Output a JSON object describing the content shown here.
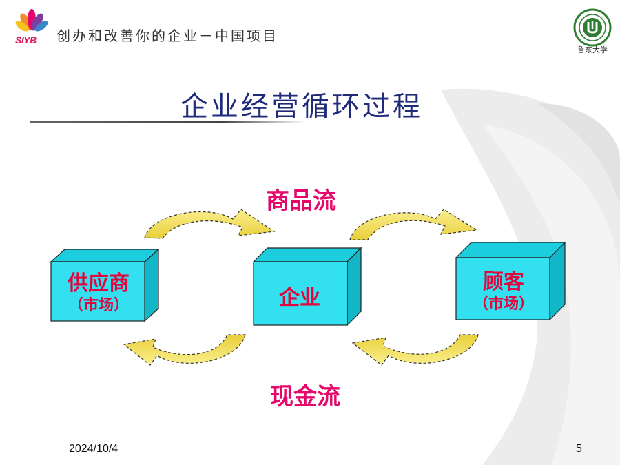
{
  "header": {
    "logo_text": "SIYB",
    "program_title": "创办和改善你的企业－中国项目",
    "seal_caption": "鲁东大学"
  },
  "slide": {
    "title": "企业经营循环过程"
  },
  "diagram": {
    "goods_flow_label": "商品流",
    "cash_flow_label": "现金流",
    "nodes": [
      {
        "label": "供应商",
        "sub": "（市场）"
      },
      {
        "label": "企业",
        "sub": ""
      },
      {
        "label": "顾客",
        "sub": "（市场）"
      }
    ]
  },
  "footer": {
    "date": "2024/10/4",
    "page": "5"
  },
  "colors": {
    "box_face": "#33e0f0",
    "box_top": "#1ccddd",
    "box_side": "#12b6c6",
    "arrow_fill": "#f6e46a",
    "label_red": "#e1063d",
    "flow_pink": "#e5086a",
    "title_navy": "#1f2a7a"
  }
}
